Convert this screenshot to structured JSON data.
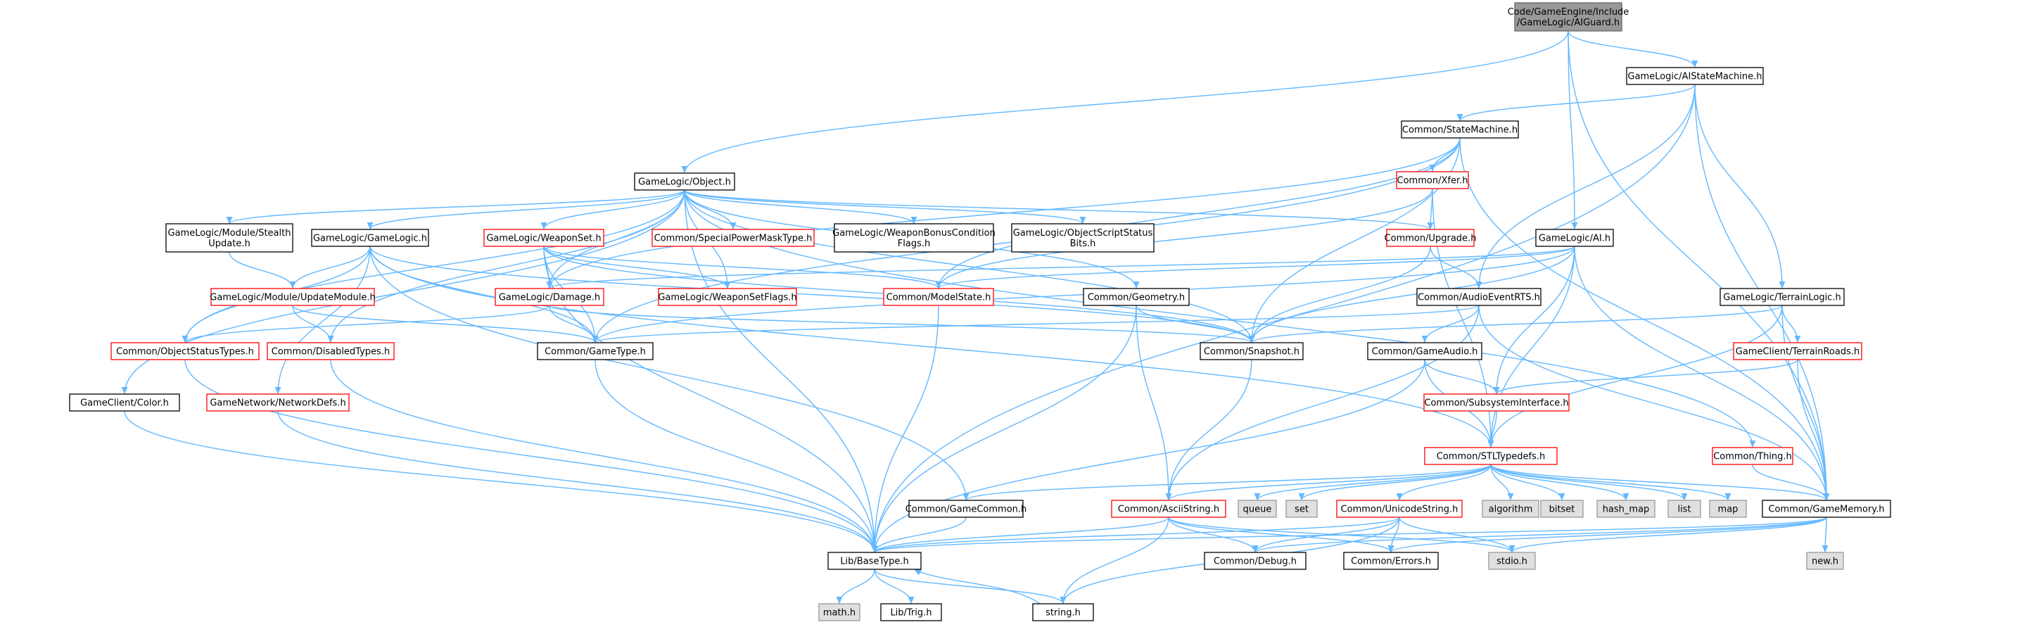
{
  "colors": {
    "edge": "#63b8ff",
    "root_fill": "#999999",
    "root_border": "#666666",
    "linked_border": "#000000",
    "truncated_border": "#ff0000",
    "system_fill": "#e0e0e0",
    "system_border": "#999999",
    "node_fill": "#ffffff"
  },
  "nodes": [
    {
      "id": "aiguard",
      "style": "root",
      "label": [
        "Code/GameEngine/Include",
        "/GameLogic/AIGuard.h"
      ]
    },
    {
      "id": "aistatemachine",
      "style": "linked",
      "label": [
        "GameLogic/AIStateMachine.h"
      ]
    },
    {
      "id": "statemachine",
      "style": "linked",
      "label": [
        "Common/StateMachine.h"
      ]
    },
    {
      "id": "object",
      "style": "linked",
      "label": [
        "GameLogic/Object.h"
      ]
    },
    {
      "id": "xfer",
      "style": "truncated",
      "label": [
        "Common/Xfer.h"
      ]
    },
    {
      "id": "stealth",
      "style": "linked",
      "label": [
        "GameLogic/Module/Stealth",
        "Update.h"
      ]
    },
    {
      "id": "gamelogic",
      "style": "linked",
      "label": [
        "GameLogic/GameLogic.h"
      ]
    },
    {
      "id": "weaponset",
      "style": "truncated",
      "label": [
        "GameLogic/WeaponSet.h"
      ]
    },
    {
      "id": "specialpower",
      "style": "truncated",
      "label": [
        "Common/SpecialPowerMaskType.h"
      ]
    },
    {
      "id": "weaponbonus",
      "style": "linked",
      "label": [
        "GameLogic/WeaponBonusCondition",
        "Flags.h"
      ]
    },
    {
      "id": "objscript",
      "style": "linked",
      "label": [
        "GameLogic/ObjectScriptStatus",
        "Bits.h"
      ]
    },
    {
      "id": "upgrade",
      "style": "truncated",
      "label": [
        "Common/Upgrade.h"
      ]
    },
    {
      "id": "ai",
      "style": "linked",
      "label": [
        "GameLogic/AI.h"
      ]
    },
    {
      "id": "terrainlogic",
      "style": "linked",
      "label": [
        "GameLogic/TerrainLogic.h"
      ]
    },
    {
      "id": "updatemodule",
      "style": "truncated",
      "label": [
        "GameLogic/Module/UpdateModule.h"
      ]
    },
    {
      "id": "damage",
      "style": "truncated",
      "label": [
        "GameLogic/Damage.h"
      ]
    },
    {
      "id": "weaponsetflags",
      "style": "truncated",
      "label": [
        "GameLogic/WeaponSetFlags.h"
      ]
    },
    {
      "id": "modelstate",
      "style": "truncated",
      "label": [
        "Common/ModelState.h"
      ]
    },
    {
      "id": "geometry",
      "style": "linked",
      "label": [
        "Common/Geometry.h"
      ]
    },
    {
      "id": "audioevent",
      "style": "linked",
      "label": [
        "Common/AudioEventRTS.h"
      ]
    },
    {
      "id": "terrainroads",
      "style": "truncated",
      "label": [
        "GameClient/TerrainRoads.h"
      ]
    },
    {
      "id": "objectstatus",
      "style": "truncated",
      "label": [
        "Common/ObjectStatusTypes.h"
      ]
    },
    {
      "id": "disabled",
      "style": "truncated",
      "label": [
        "Common/DisabledTypes.h"
      ]
    },
    {
      "id": "gametype",
      "style": "linked",
      "label": [
        "Common/GameType.h"
      ]
    },
    {
      "id": "snapshot",
      "style": "linked",
      "label": [
        "Common/Snapshot.h"
      ]
    },
    {
      "id": "gameaudio",
      "style": "linked",
      "label": [
        "Common/GameAudio.h"
      ]
    },
    {
      "id": "color",
      "style": "linked",
      "label": [
        "GameClient/Color.h"
      ]
    },
    {
      "id": "networkdefs",
      "style": "truncated",
      "label": [
        "GameNetwork/NetworkDefs.h"
      ]
    },
    {
      "id": "subsystem",
      "style": "truncated",
      "label": [
        "Common/SubsystemInterface.h"
      ]
    },
    {
      "id": "stltypedefs",
      "style": "truncated",
      "label": [
        "Common/STLTypedefs.h"
      ]
    },
    {
      "id": "thing",
      "style": "truncated",
      "label": [
        "Common/Thing.h"
      ]
    },
    {
      "id": "gamecommon",
      "style": "linked",
      "label": [
        "Common/GameCommon.h"
      ]
    },
    {
      "id": "asciistring",
      "style": "truncated",
      "label": [
        "Common/AsciiString.h"
      ]
    },
    {
      "id": "queue",
      "style": "system",
      "label": [
        "queue"
      ]
    },
    {
      "id": "set",
      "style": "system",
      "label": [
        "set"
      ]
    },
    {
      "id": "unicodestring",
      "style": "truncated",
      "label": [
        "Common/UnicodeString.h"
      ]
    },
    {
      "id": "algorithm",
      "style": "system",
      "label": [
        "algorithm"
      ]
    },
    {
      "id": "bitset",
      "style": "system",
      "label": [
        "bitset"
      ]
    },
    {
      "id": "hash_map",
      "style": "system",
      "label": [
        "hash_map"
      ]
    },
    {
      "id": "list",
      "style": "system",
      "label": [
        "list"
      ]
    },
    {
      "id": "map",
      "style": "system",
      "label": [
        "map"
      ]
    },
    {
      "id": "gamememory",
      "style": "linked",
      "label": [
        "Common/GameMemory.h"
      ]
    },
    {
      "id": "basetype",
      "style": "linked",
      "label": [
        "Lib/BaseType.h"
      ]
    },
    {
      "id": "debug",
      "style": "linked",
      "label": [
        "Common/Debug.h"
      ]
    },
    {
      "id": "errors",
      "style": "linked",
      "label": [
        "Common/Errors.h"
      ]
    },
    {
      "id": "stdio",
      "style": "system",
      "label": [
        "stdio.h"
      ]
    },
    {
      "id": "newh",
      "style": "system",
      "label": [
        "new.h"
      ]
    },
    {
      "id": "math",
      "style": "system",
      "label": [
        "math.h"
      ]
    },
    {
      "id": "trig",
      "style": "linked",
      "label": [
        "Lib/Trig.h"
      ]
    },
    {
      "id": "string",
      "style": "linked",
      "label": [
        "string.h"
      ]
    }
  ]
}
